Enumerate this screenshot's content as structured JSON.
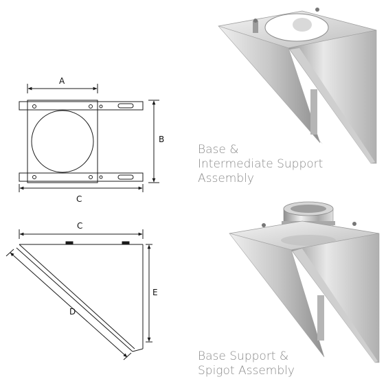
{
  "dimension_labels": {
    "a": "A",
    "b": "B",
    "c_top": "C",
    "c_side": "C",
    "d": "D",
    "e": "E"
  },
  "captions": {
    "top": [
      "Base &",
      "Intermediate Support",
      "Assembly"
    ],
    "bottom": [
      "Base Support  &",
      "Spigot Assembly"
    ]
  },
  "colors": {
    "line": "#1a1a1a",
    "caption": "#8a8a8a",
    "steel_light": "#e6e6e6",
    "steel_mid": "#b9b9b9",
    "steel_dark": "#7d7d7d"
  }
}
